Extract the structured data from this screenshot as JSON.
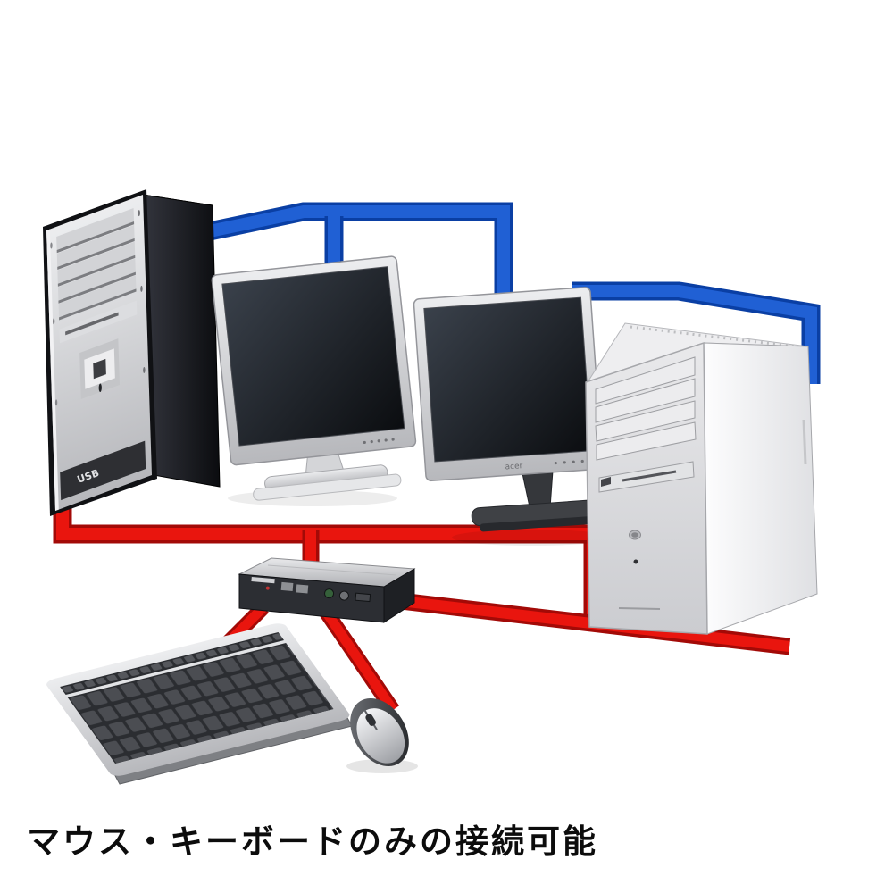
{
  "caption": "マウス・キーボードのみの接続可能",
  "colors": {
    "cable_blue": "#2060d4",
    "cable_blue_edge": "#0a3fa4",
    "cable_red": "#e9150e",
    "cable_red_edge": "#a30a07",
    "background": "#ffffff"
  },
  "devices": {
    "left_tower_label": "USB",
    "right_monitor_brand": "acer"
  }
}
